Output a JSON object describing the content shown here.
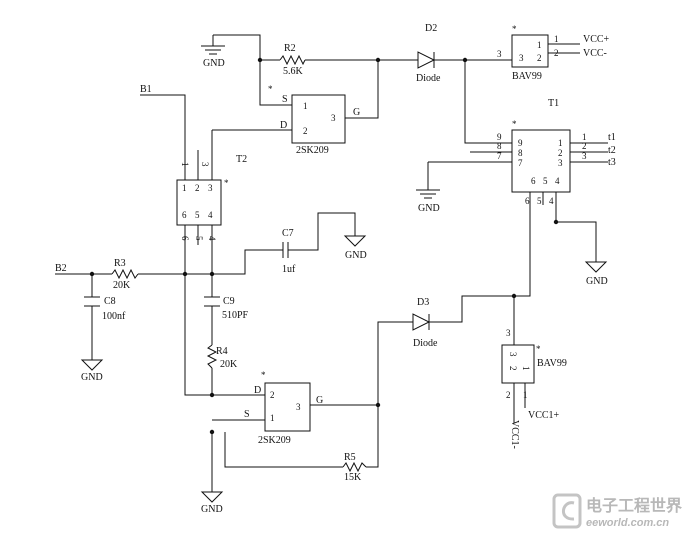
{
  "nets": {
    "b1": "B1",
    "b2": "B2",
    "gnd": "GND",
    "vcc_plus": "VCC+",
    "vcc_minus": "VCC-",
    "vcc1_plus": "VCC1+",
    "vcc1_minus": "VCC1-",
    "t1": "t1",
    "t2": "t2",
    "t3": "t3"
  },
  "components": {
    "r2": {
      "ref": "R2",
      "value": "5.6K"
    },
    "r3": {
      "ref": "R3",
      "value": "20K"
    },
    "r4": {
      "ref": "R4",
      "value": "20K"
    },
    "r5": {
      "ref": "R5",
      "value": "15K"
    },
    "c7": {
      "ref": "C7",
      "value": "1uf"
    },
    "c8": {
      "ref": "C8",
      "value": "100nf"
    },
    "c9": {
      "ref": "C9",
      "value": "510PF"
    },
    "d2": {
      "ref": "D2",
      "value": "Diode"
    },
    "d3": {
      "ref": "D3",
      "value": "Diode"
    },
    "fet_top": {
      "value": "2SK209",
      "pin_s": "S",
      "pin_d": "D",
      "pin_g": "G",
      "n1": "1",
      "n2": "2",
      "n3": "3",
      "star": "*"
    },
    "fet_bottom": {
      "value": "2SK209",
      "pin_s": "S",
      "pin_d": "D",
      "pin_g": "G",
      "n1": "1",
      "n2": "2",
      "n3": "3",
      "star": "*"
    },
    "bav_top": {
      "value": "BAV99",
      "n1": "1",
      "n2": "2",
      "n3": "3",
      "star": "*"
    },
    "bav_bottom": {
      "value": "BAV99",
      "n1": "1",
      "n2": "2",
      "n3": "3",
      "star": "*"
    },
    "t1": {
      "ref": "T1",
      "star": "*",
      "left_pins": [
        "9",
        "8",
        "7"
      ],
      "right_pins": [
        "1",
        "2",
        "3"
      ],
      "bottom_pins": [
        "6",
        "5",
        "4"
      ]
    },
    "t2": {
      "ref": "T2",
      "star": "*",
      "top_pins": [
        "1",
        "2",
        "3"
      ],
      "bottom_pins": [
        "6",
        "5",
        "4"
      ]
    }
  },
  "watermark": {
    "cn": "电子工程世界",
    "en": "eeworld.com.cn"
  }
}
